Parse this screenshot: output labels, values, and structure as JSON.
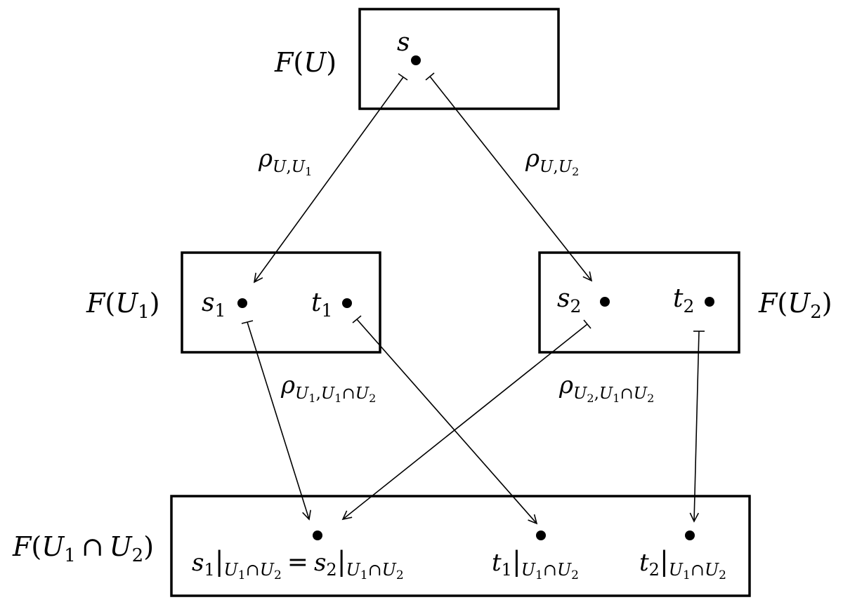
{
  "labels": {
    "F": "F",
    "U": "U",
    "U1": "U",
    "U2": "U",
    "sub1": "1",
    "sub2": "2",
    "cap": "∩",
    "lparen": "(",
    "rparen": ")",
    "rho": "ρ",
    "comma": ",",
    "bar": "|",
    "eq": "=",
    "s": "s",
    "t": "t"
  },
  "boxes": {
    "FU": "F(U)",
    "FU1": "F(U1)",
    "FU2": "F(U2)",
    "FU1U2": "F(U1 ∩ U2)"
  },
  "maps": {
    "rho_U_U1": "ρU,U1",
    "rho_U_U2": "ρU,U2",
    "rho_U1_U1U2": "ρU1,U1∩U2",
    "rho_U2_U1U2": "ρU2,U1∩U2"
  },
  "elements": {
    "s": "s",
    "s1": "s1",
    "t1": "t1",
    "s2": "s2",
    "t2": "t2",
    "s_restricted": "s1|U1∩U2 = s2|U1∩U2",
    "t1_restricted": "t1|U1∩U2",
    "t2_restricted": "t2|U1∩U2"
  }
}
